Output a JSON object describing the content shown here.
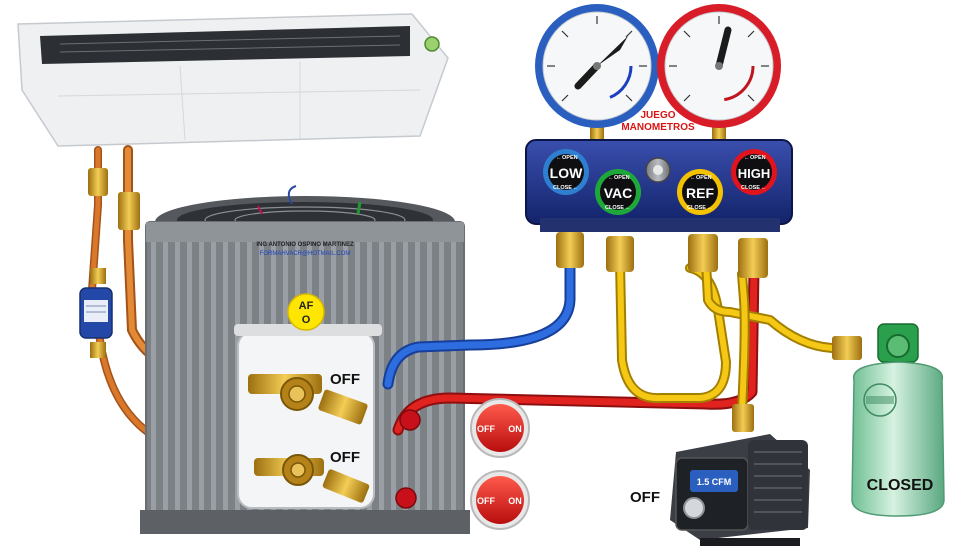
{
  "manifold": {
    "caption_line1": "JUEGO",
    "caption_line2": "MANOMETROS",
    "knobs": [
      {
        "key": "low",
        "label": "LOW",
        "open": "OPEN",
        "close": "CLOSE",
        "ring": "#2f7fd0"
      },
      {
        "key": "vac",
        "label": "VAC",
        "open": "OPEN",
        "close": "CLOSE",
        "ring": "#1fa83a"
      },
      {
        "key": "ref",
        "label": "REF",
        "open": "OPEN",
        "close": "CLOSE",
        "ring": "#f2c200"
      },
      {
        "key": "high",
        "label": "HIGH",
        "open": "OPEN",
        "close": "CLOSE",
        "ring": "#e0141c"
      }
    ]
  },
  "condenser": {
    "plate_line1": "ING ANTONIO OSPINO MARTINEZ",
    "plate_line2": "FORMAHVACR@HOTMAIL.COM",
    "badge_line1": "AF",
    "badge_line2": "O"
  },
  "valves": {
    "suction_state": "OFF",
    "liquid_state": "OFF"
  },
  "switches": [
    {
      "off": "OFF",
      "on": "ON"
    },
    {
      "off": "OFF",
      "on": "ON"
    }
  ],
  "vacuum_pump": {
    "state": "OFF",
    "badge": "1.5 CFM"
  },
  "refrigerant_tank": {
    "state": "CLOSED"
  },
  "colors": {
    "low_hose": "#1f5fd6",
    "high_hose": "#d81c1c",
    "yellow_hose": "#f2c200",
    "copper": "#d9782b",
    "brass": "#d6a526"
  }
}
